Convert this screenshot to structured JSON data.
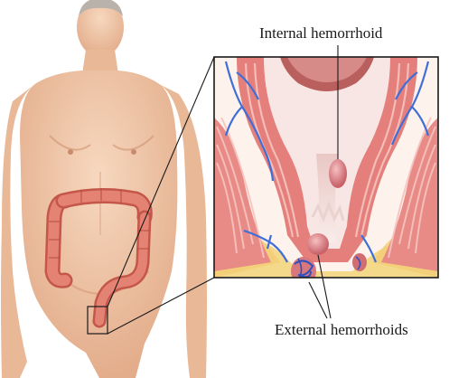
{
  "labels": {
    "internal": "Internal hemorrhoid",
    "external": "External hemorrhoids"
  },
  "colors": {
    "skin": "#f2c9a8",
    "skin_shadow": "#e0a987",
    "colon": "#e07a6a",
    "colon_dark": "#c4574a",
    "rectum_wall": "#f0a7a2",
    "muscle": "#e88a86",
    "muscle_stripe": "#f6c4c0",
    "mucosa": "#f7e6e3",
    "fat": "#f5d98a",
    "vein": "#3f6fd6",
    "hemorrhoid": "#d9787c",
    "frame": "#1a1a1a",
    "panel_bg": "#fdf2ec"
  },
  "icons": {
    "figure": "human-torso-illustration",
    "inset": "anorectal-cross-section"
  }
}
